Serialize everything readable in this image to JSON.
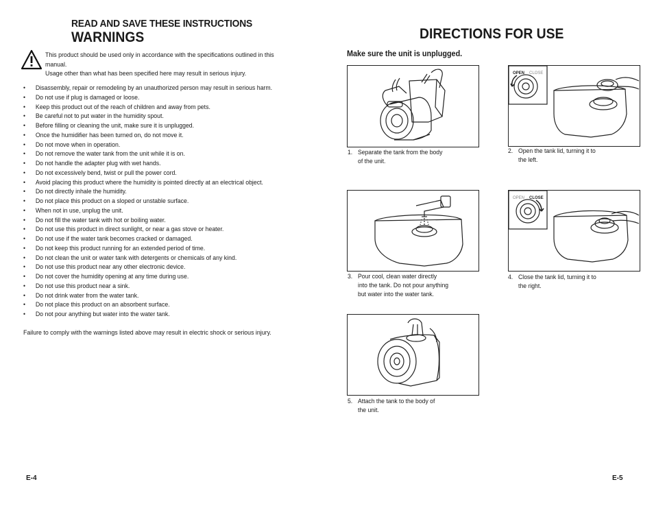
{
  "left_page": {
    "header": "READ AND SAVE THESE INSTRUCTIONS",
    "title": "WARNINGS",
    "intro": [
      "This product should be used only in accordance with the specifications outlined in this manual.",
      "Usage other than what has been specified here may result in serious injury."
    ],
    "bullets": [
      "Disassembly, repair or remodeling by an unauthorized person may result in serious harm.",
      "Do not use if plug is damaged or loose.",
      "Keep this product out of the reach of children and away from pets.",
      "Be careful not to put water in the humidity spout.",
      "Before filling or cleaning the unit, make sure it is unplugged.",
      "Once the humidifier has been turned on, do not move it.",
      "Do not move when in operation.",
      "Do not remove the water tank from the unit while it is on.",
      "Do not handle the adapter plug with wet hands.",
      "Do not excessively bend, twist or pull the power cord.",
      "Avoid placing this product where the humidity is pointed directly at an electrical object.",
      "Do not directly inhale the humidity.",
      "Do not place this product on a sloped or unstable surface.",
      "When not in use, unplug the unit.",
      "Do not fill the water tank with hot or boiling water.",
      "Do not use this product in direct sunlight, or near a gas stove or heater.",
      "Do not use if the water tank becomes cracked or damaged.",
      "Do not keep this product running for an extended period of time.",
      "Do not clean the unit or water tank with detergents or chemicals of any kind.",
      "Do not use this product near any other electronic device.",
      "Do not cover the humidity opening at any time during use.",
      "Do not use this product near a sink.",
      "Do not drink water from the water tank.",
      "Do not place this product on an absorbent surface.",
      "Do not pour anything but water into the water tank."
    ],
    "failure_note": "Failure to comply with the warnings listed above may result in electric shock or serious injury.",
    "page_number": "E-4"
  },
  "right_page": {
    "title": "DIRECTIONS FOR USE",
    "subtitle": "Make sure the unit is unplugged.",
    "dial_labels": {
      "open": "OPEN",
      "close": "CLOSE"
    },
    "steps": [
      {
        "num": "1.",
        "lines": [
          "Separate the tank from the body",
          "of the unit."
        ]
      },
      {
        "num": "2.",
        "lines": [
          "Open the tank lid, turning it to",
          "the left."
        ]
      },
      {
        "num": "3.",
        "lines": [
          "Pour cool, clean water directly",
          "into the tank. Do not pour anything",
          "but water into the water tank."
        ]
      },
      {
        "num": "4.",
        "lines": [
          "Close the tank lid, turning it to",
          "the right."
        ]
      },
      {
        "num": "5.",
        "lines": [
          "Attach the tank to the body of",
          "the unit."
        ]
      }
    ],
    "page_number": "E-5"
  }
}
